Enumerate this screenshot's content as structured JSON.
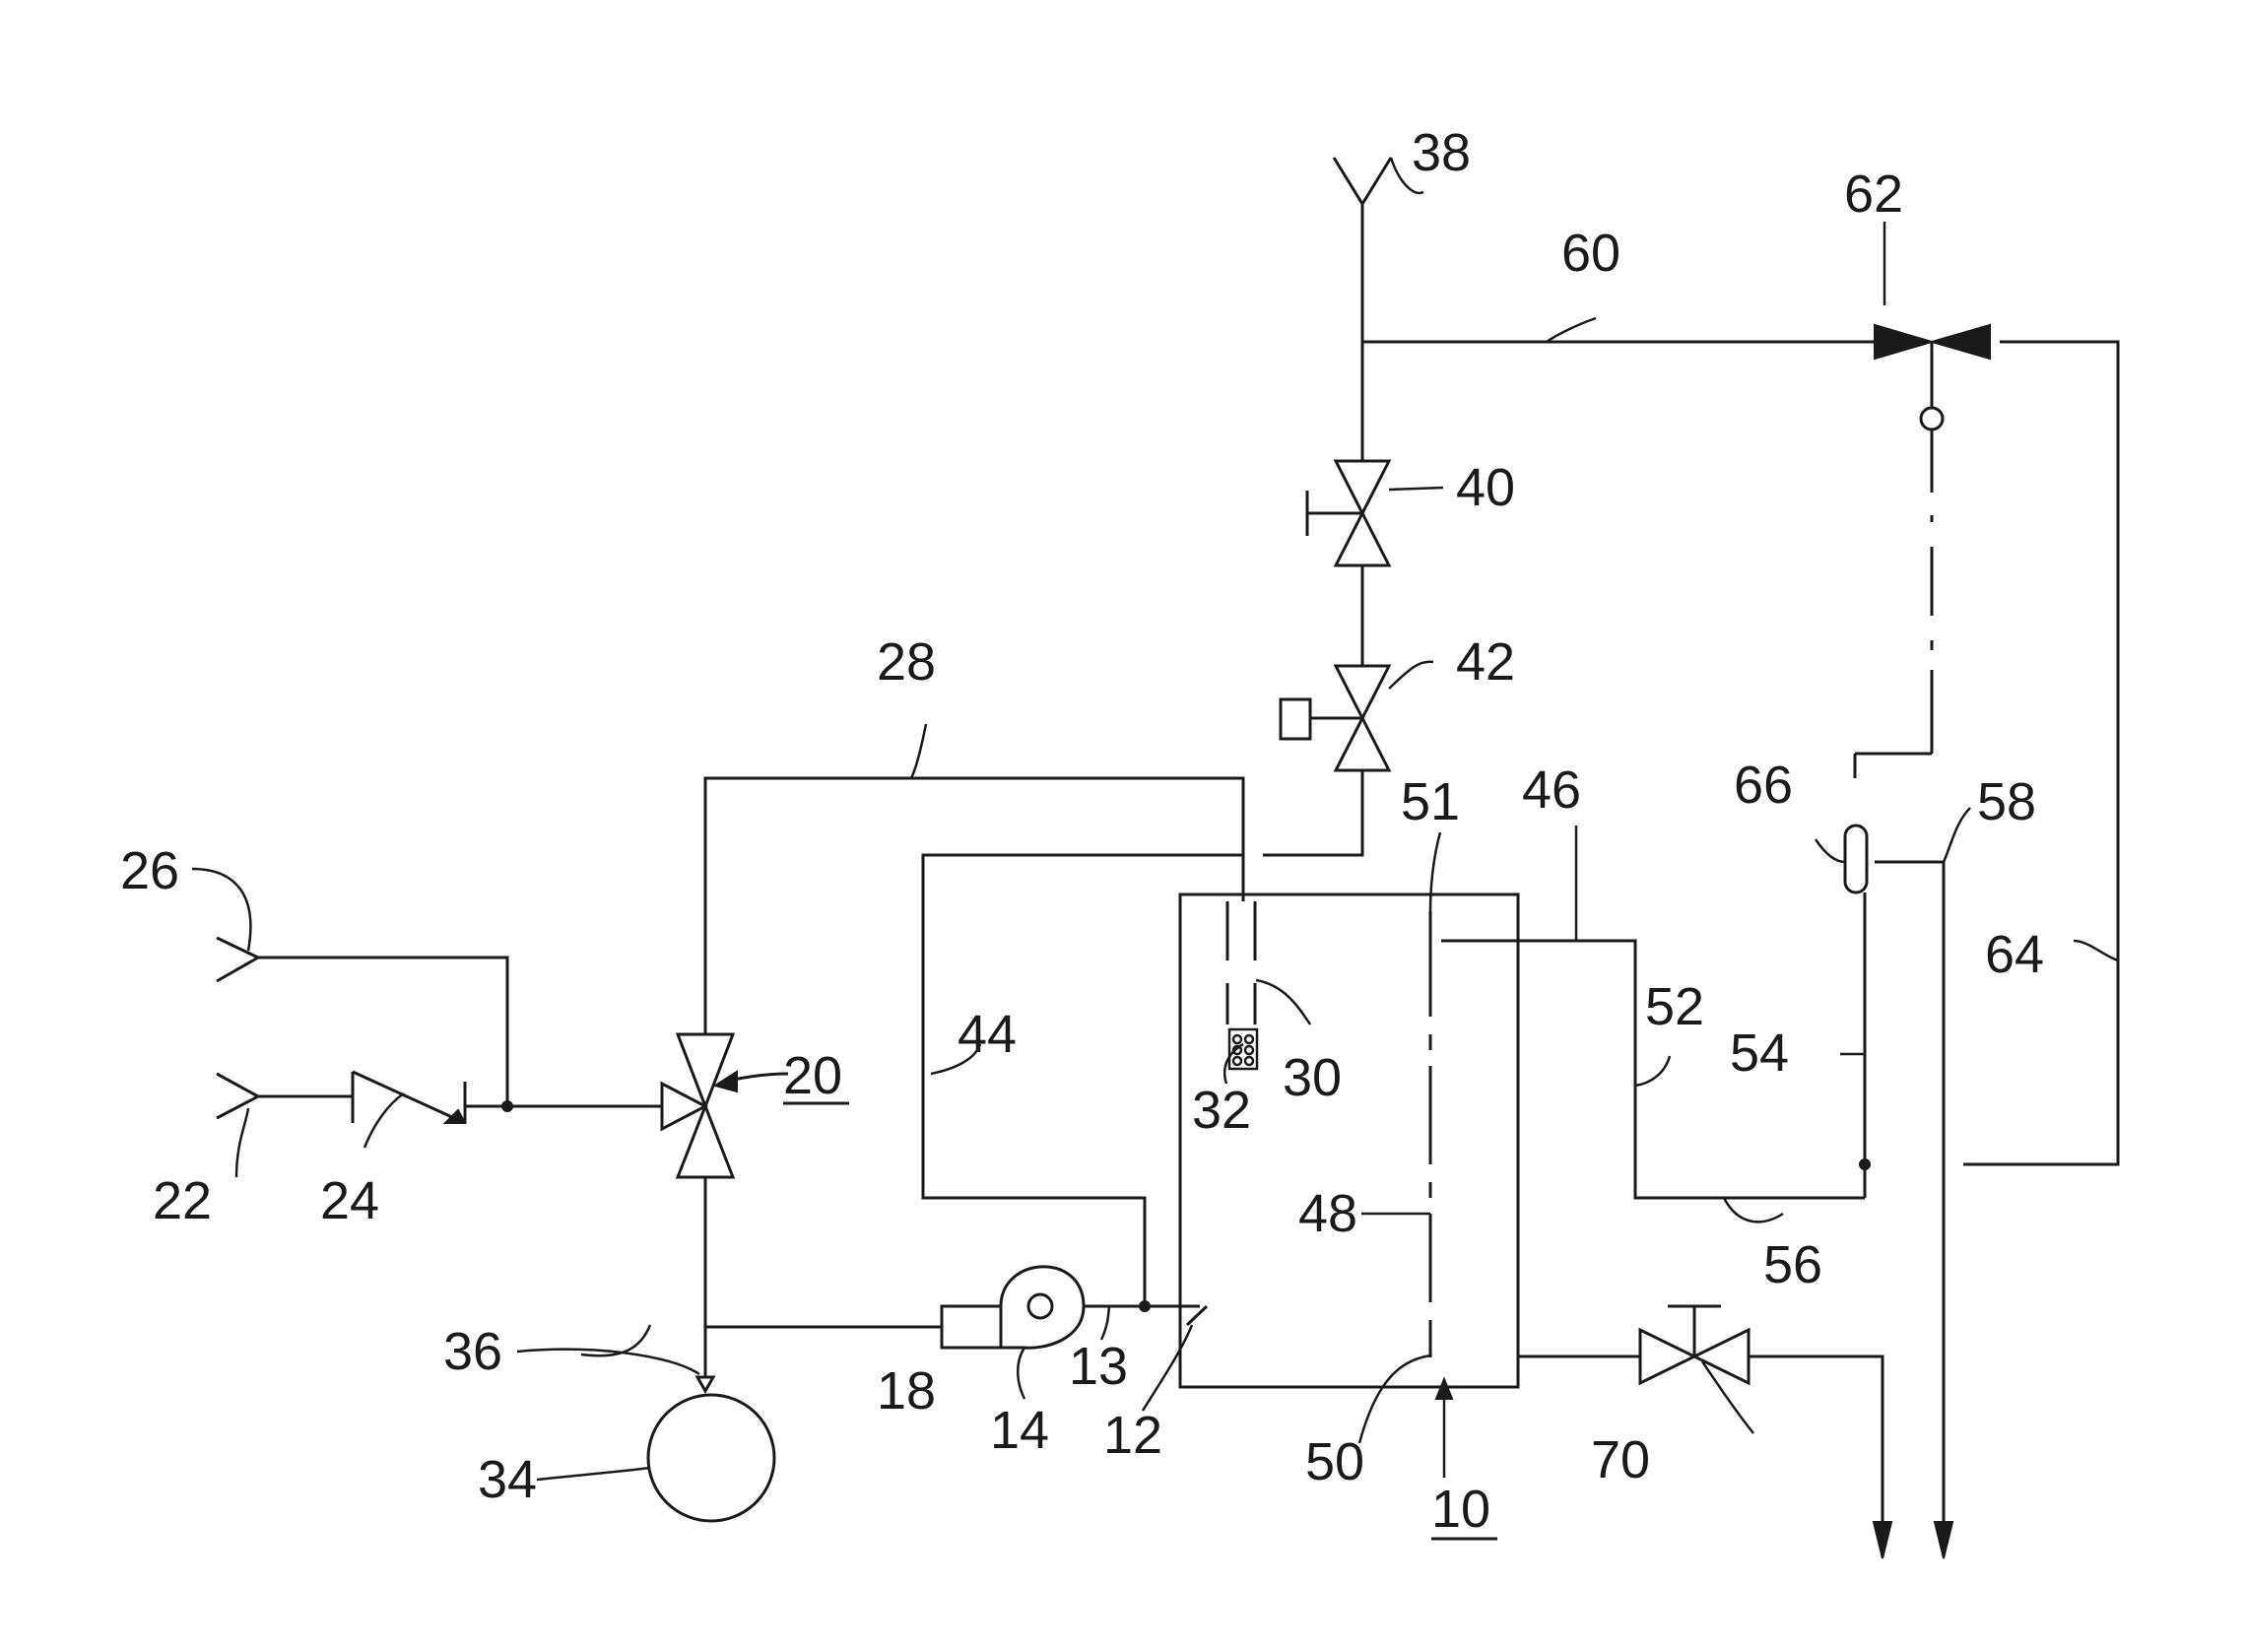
{
  "labels": {
    "l10": "10",
    "l12": "12",
    "l13": "13",
    "l14": "14",
    "l18": "18",
    "l20": "20",
    "l22": "22",
    "l24": "24",
    "l26": "26",
    "l28": "28",
    "l30": "30",
    "l32": "32",
    "l34": "34",
    "l36": "36",
    "l38": "38",
    "l40": "40",
    "l42": "42",
    "l44": "44",
    "l46": "46",
    "l48": "48",
    "l50": "50",
    "l51": "51",
    "l52": "52",
    "l54": "54",
    "l56": "56",
    "l58": "58",
    "l60": "60",
    "l62": "62",
    "l64": "64",
    "l66": "66",
    "l70": "70"
  },
  "colors": {
    "line": "#1a1a1a",
    "background": "#ffffff"
  }
}
